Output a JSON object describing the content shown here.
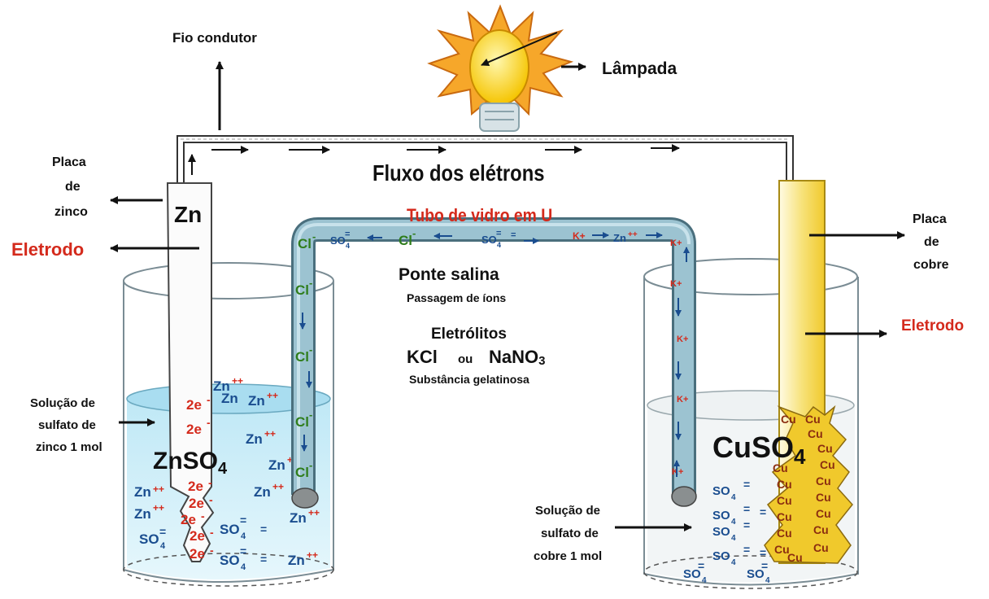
{
  "labels": {
    "fio_condutor": "Fio condutor",
    "lampada": "Lâmpada",
    "fluxo": "Fluxo dos elétrons",
    "placa_zinco": [
      "Placa",
      "de",
      "zinco"
    ],
    "zn": "Zn",
    "eletrodo_left": "Eletrodo",
    "eletrodo_right": "Eletrodo",
    "tubo": "Tubo de vidro em U",
    "ponte_salina": "Ponte salina",
    "passagem": "Passagem de íons",
    "eletrolitos": "Eletrólitos",
    "kcl": "KCl",
    "ou": "ou",
    "nano3": "NaNO",
    "nano3_sub": "3",
    "substancia": "Substância gelatinosa",
    "placa_cobre": [
      "Placa",
      "de",
      "cobre"
    ],
    "solucao_zinco": [
      "Solução de",
      "sulfato de",
      "zinco 1 mol"
    ],
    "solucao_cobre": [
      "Solução de",
      "sulfato de",
      "cobre 1 mol"
    ],
    "znso4": "ZnSO",
    "znso4_sub": "4",
    "cuso4": "CuSO",
    "cuso4_sub": "4"
  },
  "ions": {
    "zn_plus": "Zn",
    "plus2": "++",
    "two_e": "2e",
    "minus": "-",
    "so4": "SO",
    "so4_sub": "4",
    "so4_charge": "=",
    "cl": "Cl",
    "cl_charge": "-",
    "k_plus": "K+",
    "cu": "Cu"
  },
  "colors": {
    "red_label": "#d42a1c",
    "ion_blue": "#1a4d8f",
    "ion_red": "#d42a1c",
    "cl_green": "#2f7d1c",
    "cu_brown": "#8b2d10",
    "solution": "#cfeef8",
    "tube": "#8fb8c8",
    "copper_plate": "#f2d44a"
  }
}
